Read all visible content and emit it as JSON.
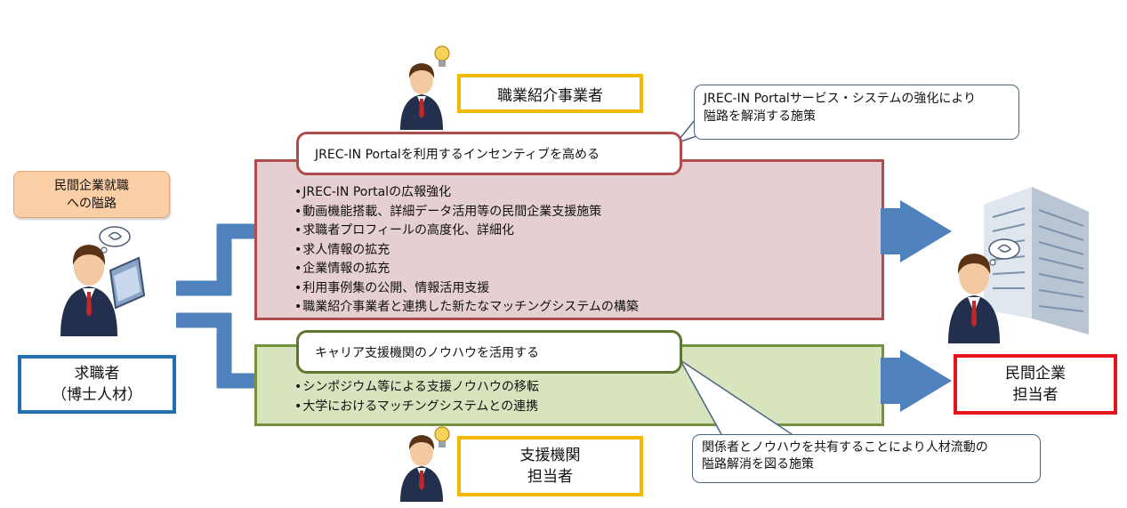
{
  "job_seeker": {
    "label": "求職者\n（博士人材）"
  },
  "barrier_badge": {
    "label": "民間企業就職\nへの隘路"
  },
  "placement_agency": {
    "label": "職業紹介事業者"
  },
  "support_org": {
    "label": "支援機関\n担当者"
  },
  "company": {
    "label": "民間企業\n担当者"
  },
  "callout_top": {
    "text": "JREC-IN Portalサービス・システムの強化により\n隘路を解消する施策"
  },
  "callout_bottom": {
    "text": "関係者とノウハウを共有することにより人材流動の\n隘路解消を図る施策"
  },
  "upper_panel": {
    "heading": "JREC-IN Portalを利用するインセンティブを高める",
    "items": [
      "JREC-IN Portalの広報強化",
      "動画機能搭載、詳細データ活用等の民間企業支援施策",
      "求職者プロフィールの高度化、詳細化",
      "求人情報の拡充",
      "企業情報の拡充",
      "利用事例集の公開、情報活用支援",
      "職業紹介事業者と連携した新たなマッチングシステムの構築"
    ]
  },
  "lower_panel": {
    "heading": "キャリア支援機関のノウハウを活用する",
    "items": [
      "シンポジウム等による支援ノウハウの移転",
      "大学におけるマッチングシステムとの連携"
    ]
  },
  "colors": {
    "arrow_blue": "#4f81bd",
    "red_border": "#b04b4e",
    "red_fill": "#e6cfd0",
    "green_border": "#76923c",
    "green_fill": "#d7e4bd",
    "yellow_border": "#f5b800",
    "blue_border": "#1f6fb2",
    "company_border": "#e8141c",
    "badge_fill": "#fbcfa6"
  },
  "icons": [
    "person-icon",
    "lightbulb-icon",
    "laptop-icon",
    "thought-cloud-icon",
    "office-building-icon"
  ]
}
